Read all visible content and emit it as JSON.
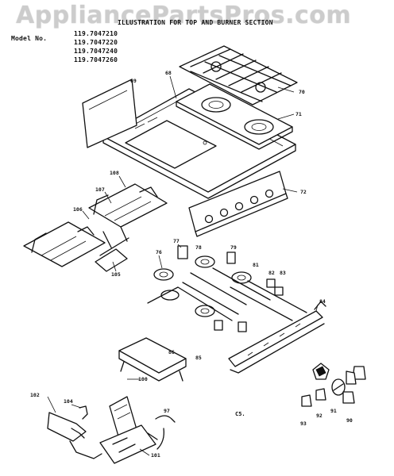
{
  "header": {
    "title": "ILLUSTRATION FOR TOP AND BURNER SECTION",
    "model_label": "Model No.",
    "models": [
      "119.7047210",
      "119.7047220",
      "119.7047240",
      "119.7047260"
    ]
  },
  "watermark": "AppliancePartsPros.com",
  "page_code": "C5.",
  "parts": [
    {
      "id": "p68",
      "label": "68"
    },
    {
      "id": "p69",
      "label": "69"
    },
    {
      "id": "p70",
      "label": "70"
    },
    {
      "id": "p71",
      "label": "71"
    },
    {
      "id": "p72",
      "label": "72"
    },
    {
      "id": "p106",
      "label": "106"
    },
    {
      "id": "p107",
      "label": "107"
    },
    {
      "id": "p108",
      "label": "108"
    },
    {
      "id": "p105",
      "label": "105"
    },
    {
      "id": "p76",
      "label": "76"
    },
    {
      "id": "p77",
      "label": "77"
    },
    {
      "id": "p78",
      "label": "78"
    },
    {
      "id": "p79",
      "label": "79"
    },
    {
      "id": "p81",
      "label": "81"
    },
    {
      "id": "p82",
      "label": "82"
    },
    {
      "id": "p83",
      "label": "83"
    },
    {
      "id": "p84",
      "label": "84"
    },
    {
      "id": "p85",
      "label": "85"
    },
    {
      "id": "p86",
      "label": "86"
    },
    {
      "id": "p100",
      "label": "100"
    },
    {
      "id": "p102",
      "label": "102"
    },
    {
      "id": "p104",
      "label": "104"
    },
    {
      "id": "p97",
      "label": "97"
    },
    {
      "id": "p101",
      "label": "101"
    },
    {
      "id": "p93",
      "label": "93"
    },
    {
      "id": "p92",
      "label": "92"
    },
    {
      "id": "p91",
      "label": "91"
    },
    {
      "id": "p90",
      "label": "90"
    }
  ]
}
